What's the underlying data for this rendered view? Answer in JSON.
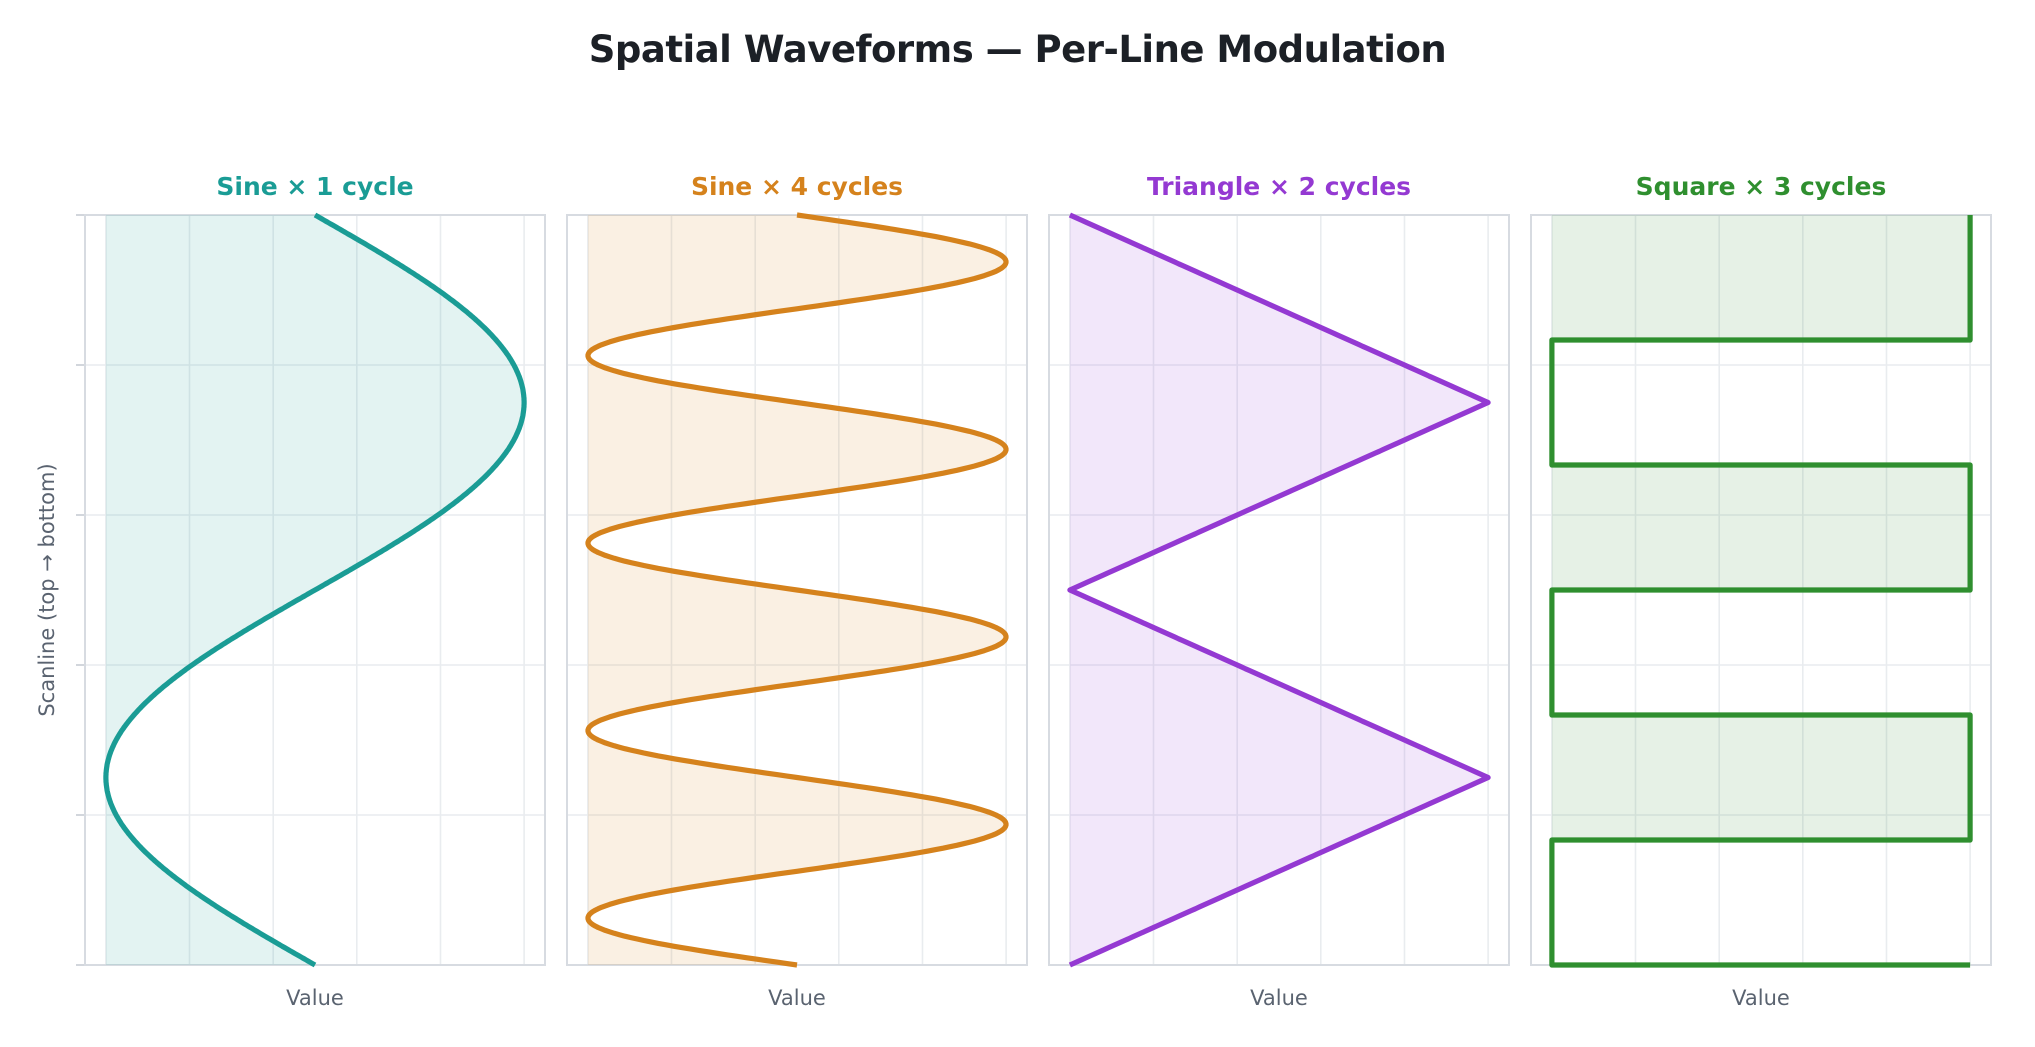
{
  "figure": {
    "title": "Spatial Waveforms — Per-Line Modulation",
    "title_color": "#1c2026",
    "background": "#ffffff",
    "xlabel": "Value",
    "ylabel": "Scanline (top → bottom)",
    "label_color": "#5a6370",
    "frame_color": "#d7dbe1",
    "grid_color": "#e9ecef",
    "tick_color": "#cdd2d8"
  },
  "chart_data": [
    {
      "type": "line",
      "title": "Sine × 1 cycle",
      "wave": "sine",
      "cycles": 1,
      "amplitude": 1,
      "fill_from_value": -1,
      "color": "#1a9c95",
      "fill_alpha": 0.12,
      "xlabel": "Value",
      "x_range": [
        -1,
        1
      ],
      "scanline_axis": "top to bottom"
    },
    {
      "type": "line",
      "title": "Sine × 4 cycles",
      "wave": "sine",
      "cycles": 4,
      "amplitude": 1,
      "fill_from_value": -1,
      "color": "#d5821c",
      "fill_alpha": 0.12,
      "xlabel": "Value",
      "x_range": [
        -1,
        1
      ],
      "scanline_axis": "top to bottom"
    },
    {
      "type": "line",
      "title": "Triangle × 2 cycles",
      "wave": "triangle",
      "cycles": 2,
      "amplitude": 1,
      "fill_from_value": -1,
      "color": "#9439d2",
      "fill_alpha": 0.12,
      "xlabel": "Value",
      "x_range": [
        -1,
        1
      ],
      "scanline_axis": "top to bottom"
    },
    {
      "type": "line",
      "title": "Square × 3 cycles",
      "wave": "square",
      "cycles": 3,
      "amplitude": 1,
      "fill_from_value": -1,
      "color": "#2f8f2f",
      "fill_alpha": 0.12,
      "xlabel": "Value",
      "x_range": [
        -1,
        1
      ],
      "scanline_axis": "top to bottom"
    }
  ],
  "axes": {
    "xlim": [
      -1.1,
      1.1
    ],
    "x_gridline_values": [
      -1.0,
      -0.6,
      -0.2,
      0.2,
      0.6,
      1.0
    ],
    "y_gridline_fracs": [
      0,
      0.2,
      0.4,
      0.6,
      0.8,
      1
    ],
    "grid": true,
    "tick_labels_shown": false
  }
}
